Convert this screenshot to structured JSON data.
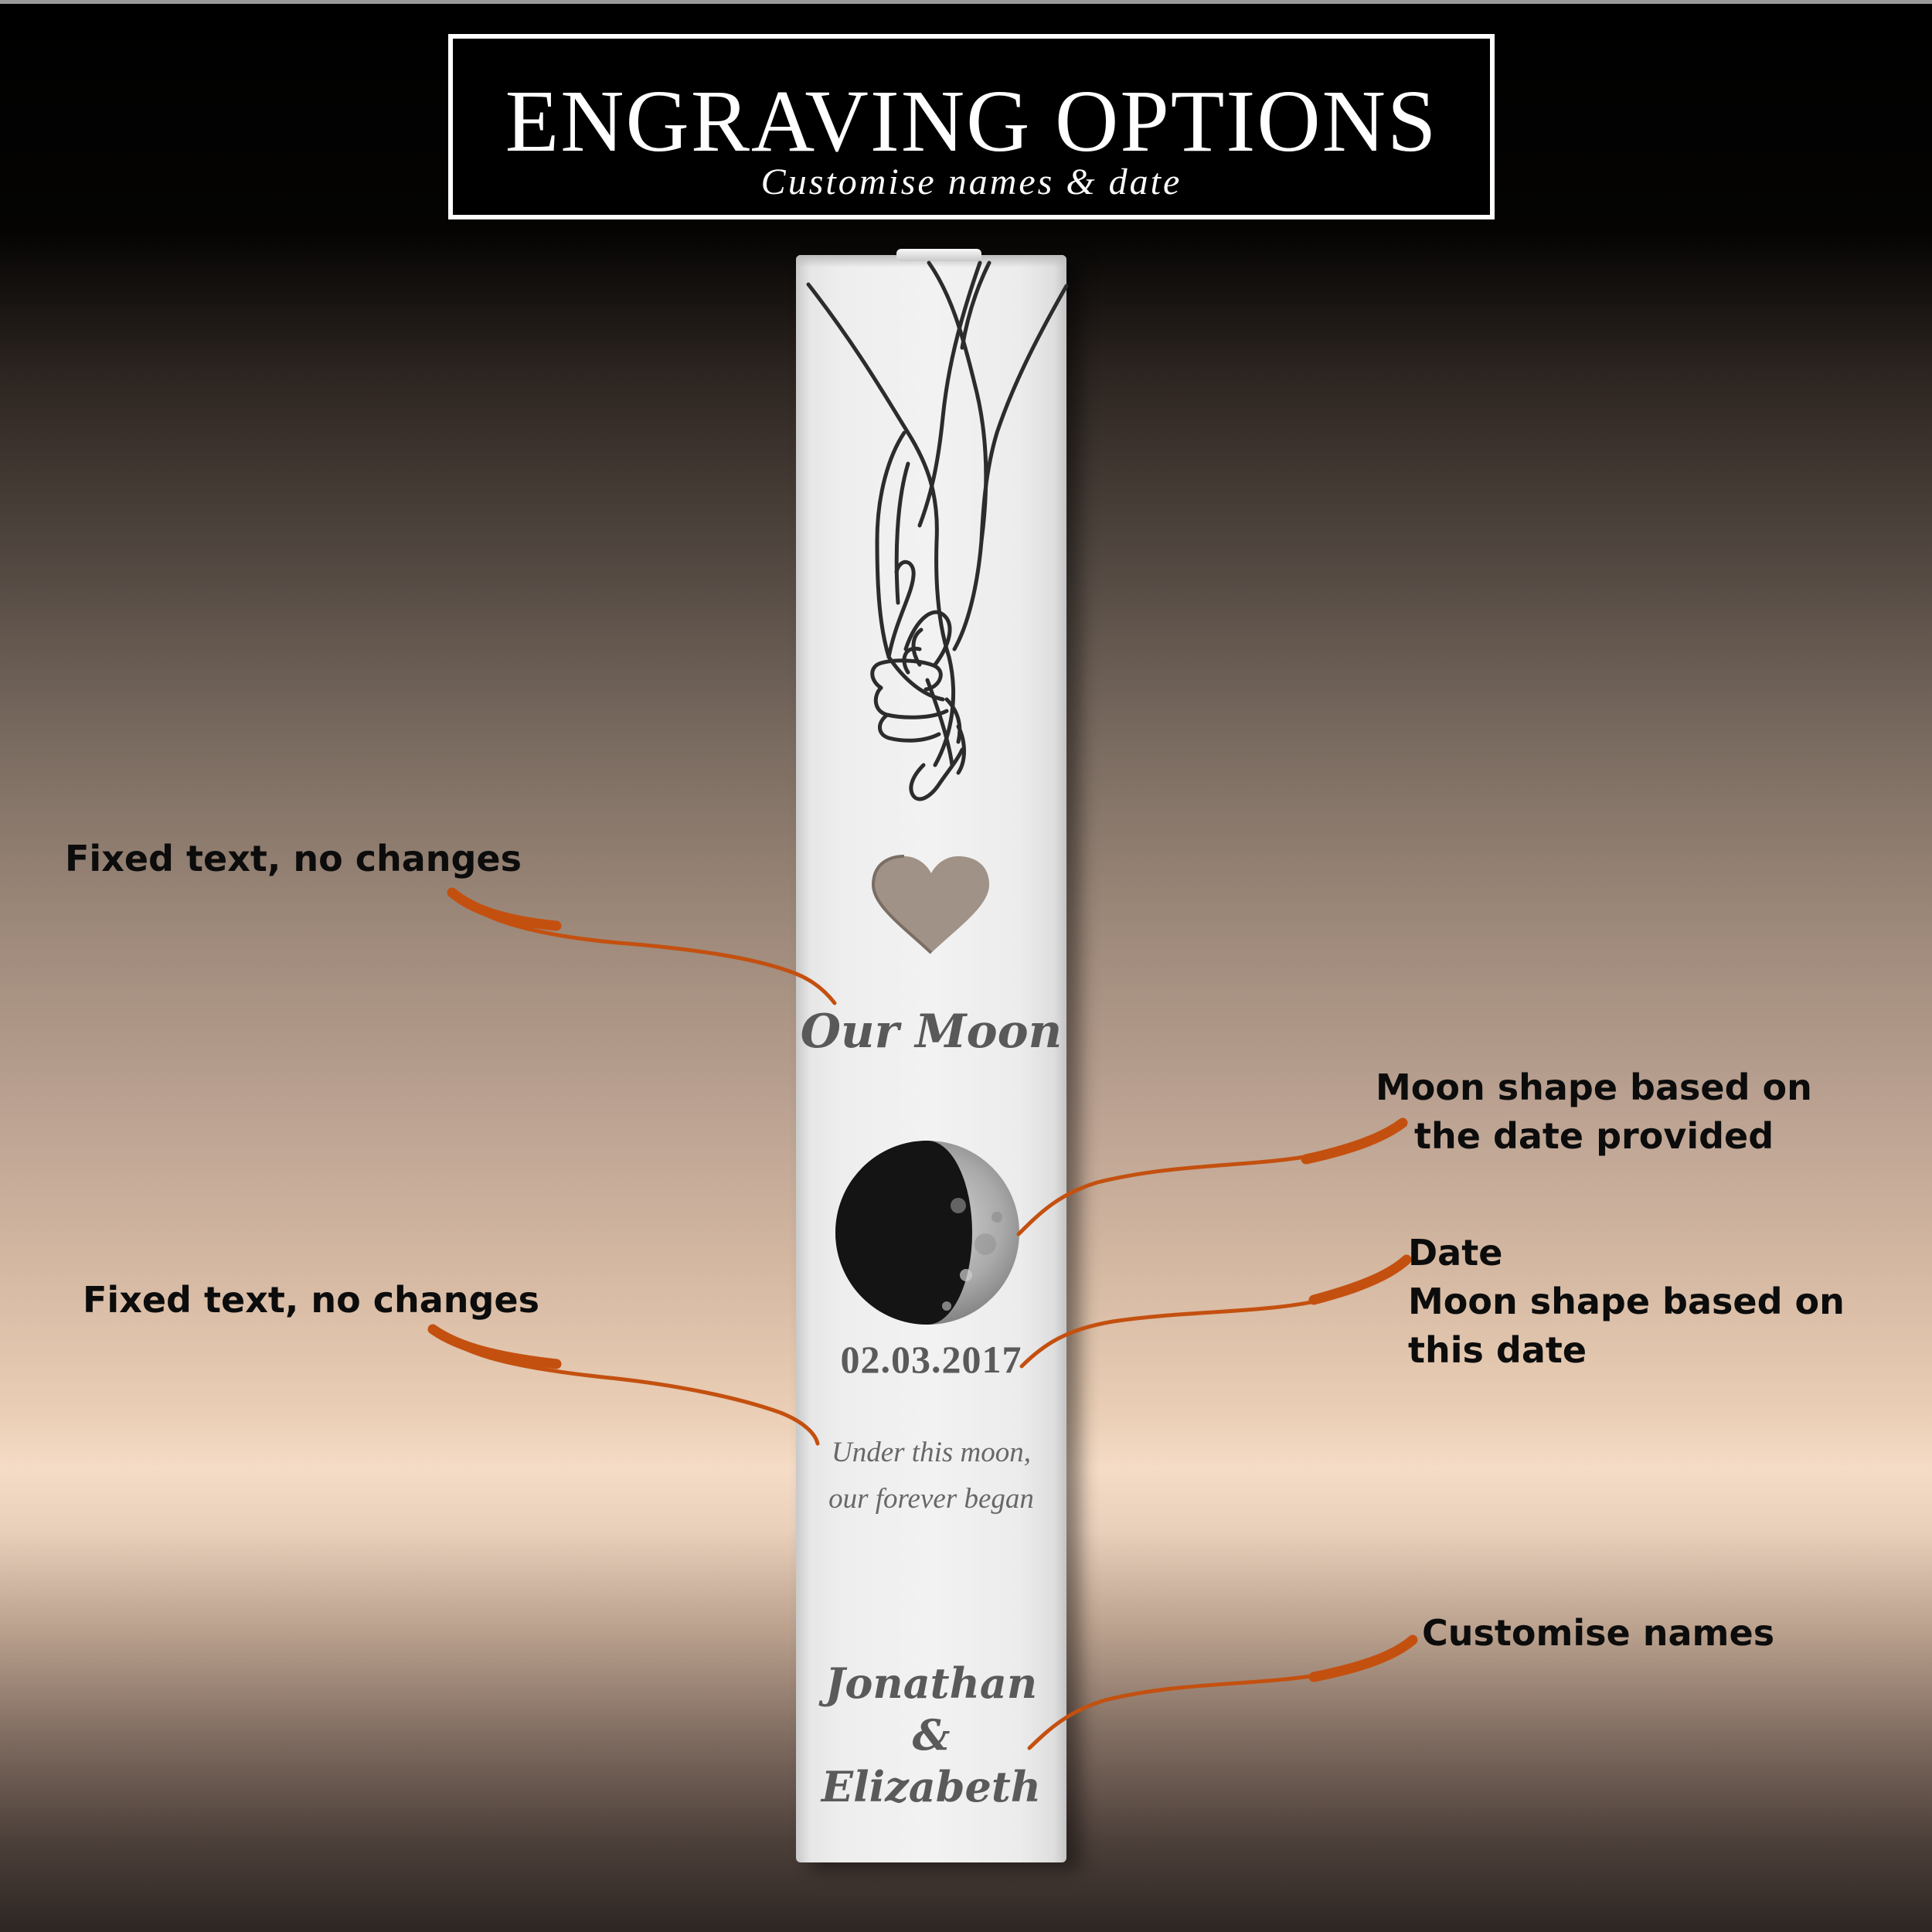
{
  "header": {
    "title": "ENGRAVING OPTIONS",
    "subtitle": "Customise names & date"
  },
  "engraving": {
    "title": "Our Moon",
    "date": "02.03.2017",
    "quote_line1": "Under this moon,",
    "quote_line2": "our forever began",
    "name1": "Jonathan",
    "ampersand": "&",
    "name2": "Elizabeth"
  },
  "annotations": {
    "fixed_text_1": "Fixed text, no changes",
    "moon_shape_line1": "Moon shape based on",
    "moon_shape_line2": "the date provided",
    "fixed_text_2": "Fixed text, no changes",
    "date_line1": "Date",
    "date_line2": "Moon shape based on",
    "date_line3": "this date",
    "names": "Customise names"
  },
  "colors": {
    "leader_line": "#c4500f",
    "engraving_text": "#595959",
    "title_box_bg": "#000000",
    "title_box_border": "#ffffff"
  }
}
